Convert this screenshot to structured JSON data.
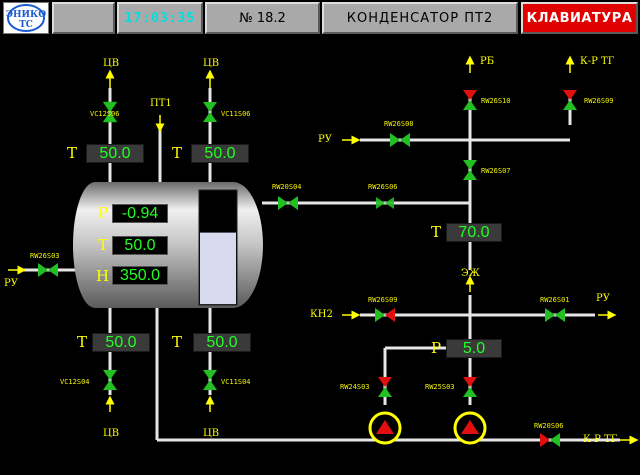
{
  "header": {
    "logo_text": "ЭНИКО ТС",
    "time": "17:03:35",
    "number": "№ 18.2",
    "title": "КОНДЕНСАТОР ПТ2",
    "keyboard_button": "КЛАВИАТУРА"
  },
  "valves": {
    "vc12s06": "VC12S06",
    "vc11s06": "VC11S06",
    "rw20s04": "RW20S04",
    "rw26s06": "RW26S06",
    "rw26s03": "RW26S03",
    "rw26s08": "RW26S08",
    "rw26s10": "RW26S10",
    "rw26s09_top": "RW26S09",
    "rw26s07": "RW26S07",
    "rw26s09": "RW26S09",
    "rw26s01": "RW26S01",
    "vc12s04": "VC12S04",
    "vc11s04": "VC11S04",
    "rw24s03": "RW24S03",
    "rw25s03": "RW25S03",
    "rw20s06": "RW20S06"
  },
  "labels": {
    "cv_top_left": "ЦВ",
    "cv_top_right": "ЦВ",
    "pt1": "ПТ1",
    "rb": "РБ",
    "kr_tg_top": "К-Р ТГ",
    "ru_left": "РУ",
    "ru_mid": "РУ",
    "ezh": "ЭЖ",
    "kn2": "КН2",
    "ru_right": "РУ",
    "cv_bottom_left": "ЦВ",
    "cv_bottom_right": "ЦВ",
    "kr_tg_bottom": "К-Р ТГ"
  },
  "readouts": {
    "t_top_left": {
      "label": "Т",
      "value": "50.0"
    },
    "t_top_right": {
      "label": "Т",
      "value": "50.0"
    },
    "t_bottom_left": {
      "label": "Т",
      "value": "50.0"
    },
    "t_bottom_right": {
      "label": "Т",
      "value": "50.0"
    },
    "t_right": {
      "label": "Т",
      "value": "70.0"
    },
    "p_right": {
      "label": "Р",
      "value": "5.0"
    }
  },
  "tank": {
    "p_label": "Р",
    "p_value": "-0.94",
    "t_label": "Т",
    "t_value": "50.0",
    "h_label": "Н",
    "h_value": "350.0",
    "level_fraction": 0.63
  },
  "colors": {
    "open_valve": "#22c022",
    "closed_valve": "#e01010",
    "pipe": "#e6e6e6",
    "label": "#ffff00",
    "readout_text": "#22ff22",
    "keyboard_bg": "#e00000",
    "time_text": "#00e0e0"
  }
}
